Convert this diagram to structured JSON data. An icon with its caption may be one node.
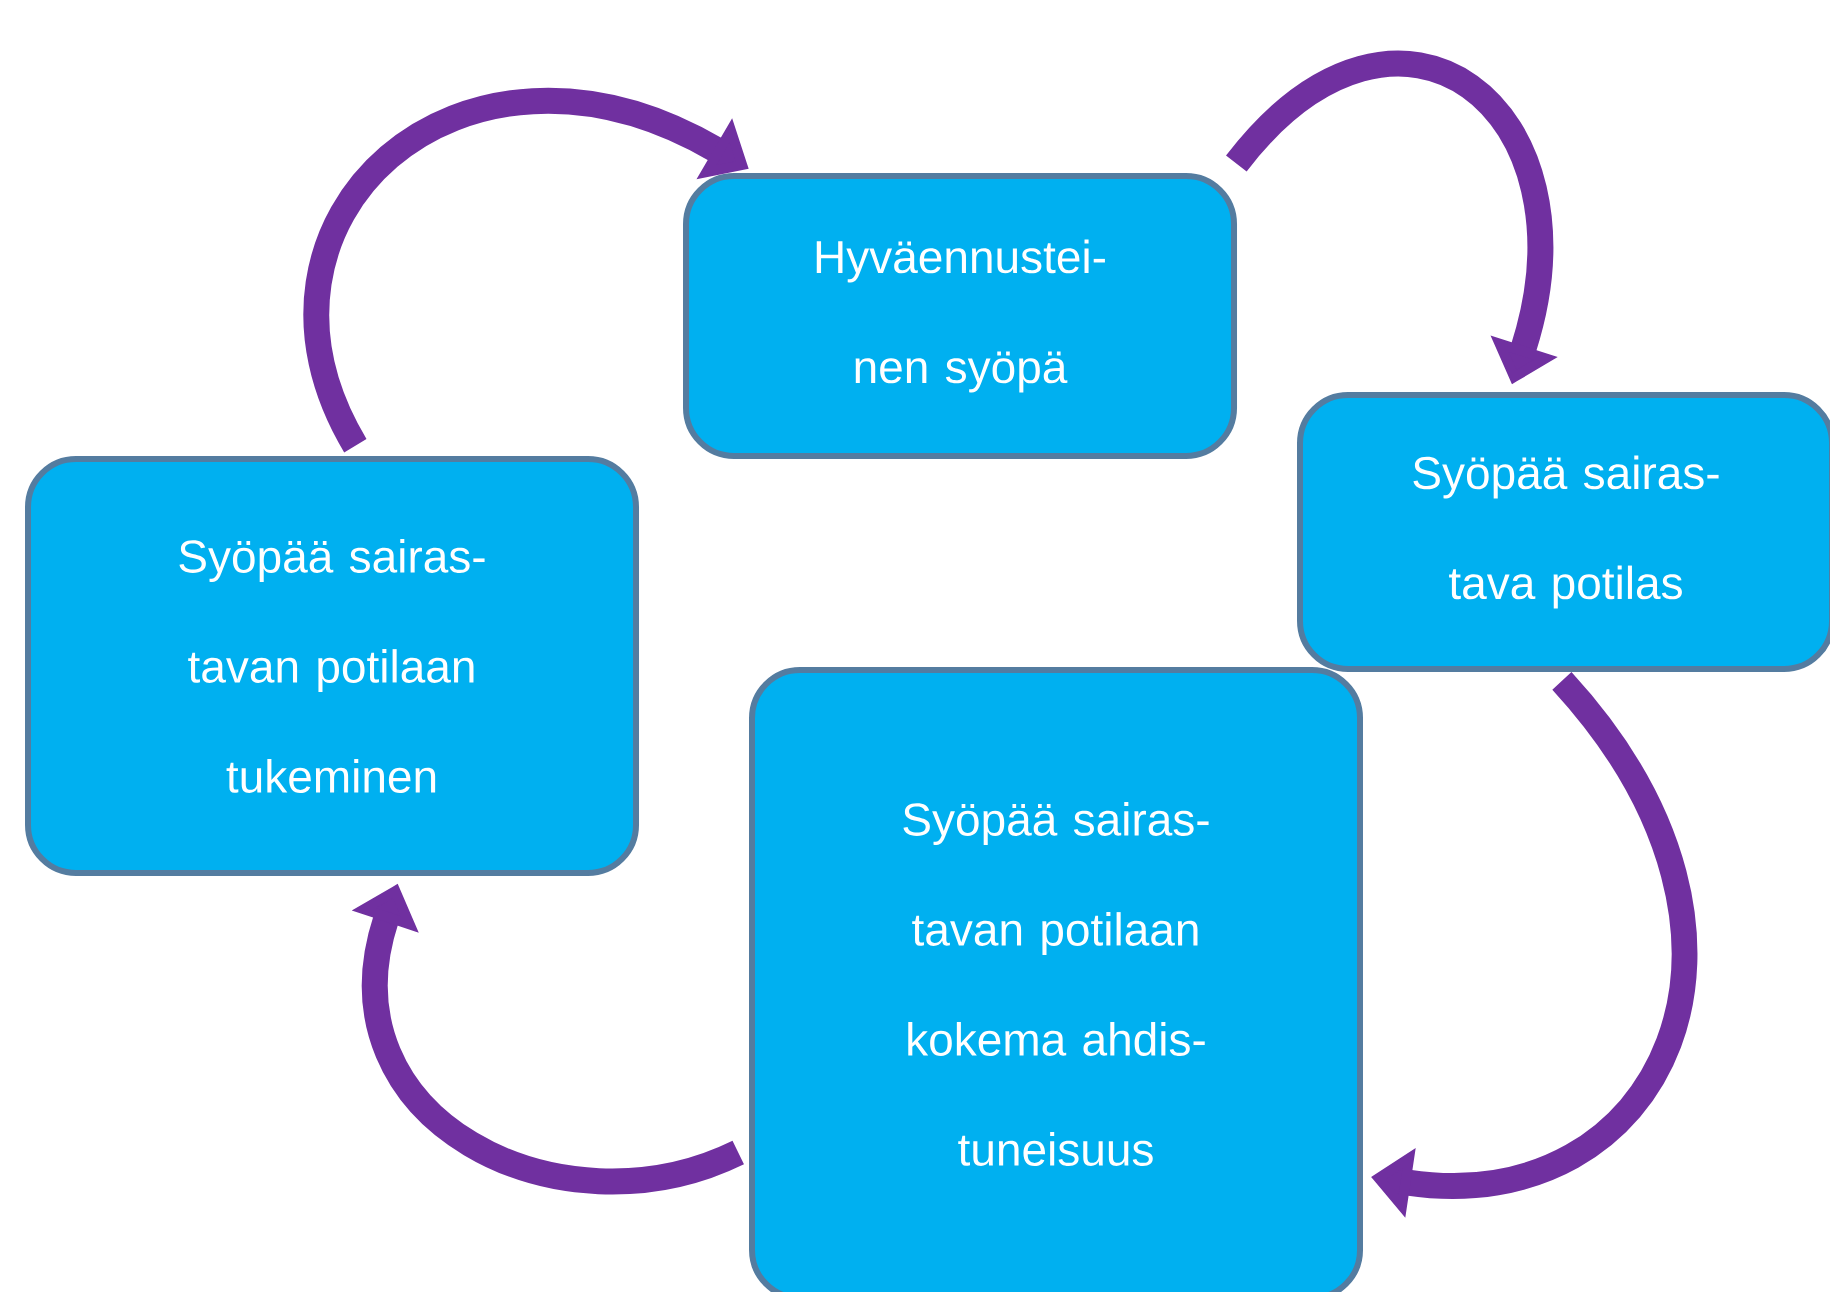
{
  "diagram": {
    "nodes": [
      {
        "text": [
          "Hyväennustei- nen syöpä"
        ]
      },
      {
        "text": [
          "Syöpää sairas- tava potilas"
        ]
      },
      {
        "text": [
          "Syöpää sairas- tavan potilaan kokema ahdis- tuneisuus"
        ]
      },
      {
        "text": [
          "Syöpää sairas- tavan potilaan tukeminen"
        ]
      }
    ],
    "edges": [
      {
        "from": 0,
        "to": 1,
        "arrow": "to"
      },
      {
        "from": 1,
        "to": 2,
        "arrow": "to"
      },
      {
        "from": 2,
        "to": 3,
        "arrow": "to"
      },
      {
        "from": 3,
        "to": 0,
        "arrow": "to"
      }
    ]
  }
}
